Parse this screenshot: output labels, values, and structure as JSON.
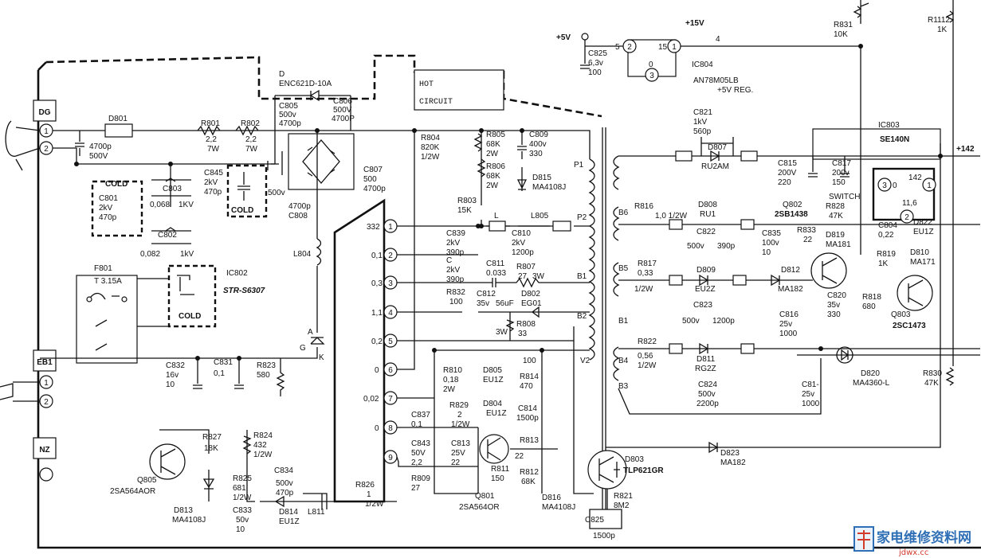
{
  "power": {
    "plus5v": "+5V",
    "plus15v": "+15V",
    "plus142": "+142",
    "four": "4"
  },
  "ic804": {
    "name": "IC804",
    "part": "AN78M05LB",
    "desc": "+5V REG.",
    "p2": "2",
    "p5": "5",
    "p15": "15",
    "p1": "1",
    "p3": "3",
    "p0": "0"
  },
  "ic803": {
    "name": "IC803",
    "part": "SE140N",
    "p3": "3",
    "p1": "1",
    "p2": "2",
    "v142": "142",
    "v0": "0",
    "v116": "11,6",
    "switch": "SWITCH"
  },
  "ic802": {
    "name": "IC802",
    "part": "STR-S6307",
    "cold": "COLD"
  },
  "hot": {
    "line1": "HOT",
    "line2": "CIRCUIT"
  },
  "conn": {
    "dg": "DG",
    "eb1": "EB1",
    "nz": "NZ",
    "pin1": "1",
    "pin2": "2"
  },
  "cold": {
    "a": "COLD",
    "b": "COLD"
  },
  "topcap": {
    "d": "D",
    "part": "ENC621D-10A"
  },
  "labels": {
    "D801": "D801",
    "R801": [
      "R801",
      "2,2",
      "7W"
    ],
    "R802": [
      "R802",
      "2,2",
      "7W"
    ],
    "C4700": [
      "4700p",
      "500V"
    ],
    "C805": [
      "C805",
      "500v",
      "4700p"
    ],
    "C806": [
      "C806",
      "500V",
      "4700P"
    ],
    "C845": [
      "C845",
      "2kV",
      "470p"
    ],
    "C801": [
      "C801",
      "2kV",
      "470p"
    ],
    "C803": [
      "C803",
      "0,068",
      "1KV"
    ],
    "C802": [
      "C802",
      "0,082",
      "1kV"
    ],
    "C807": [
      "C807",
      "500",
      "4700p"
    ],
    "C808": [
      "500v",
      "4700p",
      "C808"
    ],
    "R804": [
      "R804",
      "820K",
      "1/2W"
    ],
    "R805": [
      "R805",
      "68K",
      "2W"
    ],
    "R806": [
      "R806",
      "68K",
      "2W"
    ],
    "C809": [
      "C809",
      "400v",
      "330"
    ],
    "D815": [
      "D815",
      "MA4108J"
    ],
    "R803": [
      "R803",
      "15K"
    ],
    "L805": "L805",
    "L": "L",
    "P1": "P1",
    "P2": "P2",
    "B1a": "B1",
    "B2": "B2",
    "V2": "V2",
    "C839": [
      "C839",
      "2kV",
      "390p"
    ],
    "C": [
      "C",
      "2kV",
      "390p"
    ],
    "C810": [
      "C810",
      "2kV",
      "1200p"
    ],
    "C811": [
      "C811",
      "0.033"
    ],
    "R807": [
      "R807",
      "27",
      "3W"
    ],
    "R832": [
      "R832",
      "100"
    ],
    "C812": [
      "C812",
      "35v",
      "56uF"
    ],
    "D802": [
      "D802",
      "EG01"
    ],
    "R808": [
      "R808",
      "3W",
      "33"
    ],
    "R810": [
      "R810",
      "0,18",
      "2W"
    ],
    "D805": [
      "D805",
      "EU1Z"
    ],
    "R814": [
      "100",
      "R814",
      "470"
    ],
    "D804": [
      "D804",
      "EU1Z"
    ],
    "C814": [
      "C814",
      "1500p"
    ],
    "C837": [
      "C837",
      "0,1"
    ],
    "R829": [
      "R829",
      "2",
      "1/2W"
    ],
    "C843": [
      "C843",
      "50V",
      "2,2"
    ],
    "C813": [
      "C813",
      "25V",
      "22"
    ],
    "R809": [
      "R809",
      "27"
    ],
    "R813": [
      "R813",
      "22"
    ],
    "R811": [
      "R811",
      "150"
    ],
    "R812": [
      "R812",
      "68K"
    ],
    "Q801": [
      "Q801",
      "2SA564OR"
    ],
    "D816": [
      "D816",
      "MA4108J"
    ],
    "D803": [
      "D803",
      "TLP621GR"
    ],
    "R821": [
      "R821",
      "8M2"
    ],
    "C825b": [
      "C825",
      "1500p"
    ],
    "L804": "L804",
    "F801": [
      "F801",
      "T 3.15A"
    ],
    "C832": [
      "C832",
      "16v",
      "10"
    ],
    "C831": [
      "C831",
      "0,1"
    ],
    "R823": [
      "R823",
      "580"
    ],
    "R827": [
      "R827",
      "18K"
    ],
    "R824": [
      "R824",
      "432",
      "1/2W"
    ],
    "R825": [
      "R825",
      "681",
      "1/2W"
    ],
    "C834": [
      "C834",
      "500v",
      "470p"
    ],
    "R826": [
      "R826",
      "1",
      "1/2W"
    ],
    "C833": [
      "C833",
      "50v",
      "10"
    ],
    "D814": [
      "D814",
      "EU1Z"
    ],
    "L811": "L811",
    "Q805": [
      "Q805",
      "2SA564AOR"
    ],
    "D813": [
      "D813",
      "MA4108J"
    ],
    "C825": [
      "C825",
      "6,3v",
      "100"
    ],
    "R831": [
      "R831",
      "10K"
    ],
    "R1112": [
      "R1112",
      "1K"
    ],
    "C821": [
      "C821",
      "1kV",
      "560p"
    ],
    "D807": [
      "D807",
      "RU2AM"
    ],
    "C815": [
      "C815",
      "200V",
      "220"
    ],
    "C817": [
      "C817",
      "200v",
      "150"
    ],
    "R816": [
      "R816",
      "1,0 1/2W"
    ],
    "D808": [
      "D808",
      "RU1"
    ],
    "C822": [
      "C822",
      "500v",
      "390p"
    ],
    "C835": [
      "C835",
      "100v",
      "10"
    ],
    "Q802": [
      "Q802",
      "2SB1438"
    ],
    "R828": [
      "R828",
      "47K"
    ],
    "R833": [
      "R833",
      "22"
    ],
    "D819": [
      "D819",
      "MA181"
    ],
    "C804": [
      "C804",
      "0,22"
    ],
    "D822": [
      "D822",
      "EU1Z"
    ],
    "R819": [
      "R819",
      "1K"
    ],
    "D810": [
      "D810",
      "MA171"
    ],
    "R817": [
      "R817",
      "0,33",
      "1/2W"
    ],
    "D809": [
      "D809",
      "EU2Z"
    ],
    "C823": [
      "C823",
      "500v",
      "1200p"
    ],
    "D812": [
      "D812",
      "MA182"
    ],
    "C820": [
      "C820",
      "35v",
      "330"
    ],
    "R818": [
      "R818",
      "680"
    ],
    "Q803": [
      "Q803",
      "2SC1473"
    ],
    "C816": [
      "C816",
      "25v",
      "1000"
    ],
    "R822": [
      "R822",
      "0,56",
      "1/2W"
    ],
    "D811": [
      "D811",
      "RG2Z"
    ],
    "C824": [
      "C824",
      "500v",
      "2200p"
    ],
    "C81x": [
      "C81-",
      "25v",
      "1000"
    ],
    "D820": [
      "D820",
      "MA4360-L"
    ],
    "R830": [
      "R830",
      "47K"
    ],
    "D823": [
      "D823",
      "MA182"
    ],
    "B6": "B6",
    "B5": "B5",
    "B1b": "B1",
    "B4": "B4",
    "B3": "B3",
    "AGK": [
      "A",
      "G",
      "K"
    ],
    "pins": [
      "332",
      "0,1",
      "0,3",
      "1,1",
      "0,2",
      "0",
      "0,02",
      "0",
      ""
    ],
    "pinnums": [
      "1",
      "2",
      "3",
      "4",
      "5",
      "6",
      "7",
      "8",
      "9"
    ]
  },
  "watermark": {
    "text": "家电维修资料网",
    "url": "jdwx.cc"
  },
  "accent_colors": {
    "ink": "#111111",
    "watermark_blue": "#2f6fb5",
    "watermark_red": "#d23a2a"
  }
}
